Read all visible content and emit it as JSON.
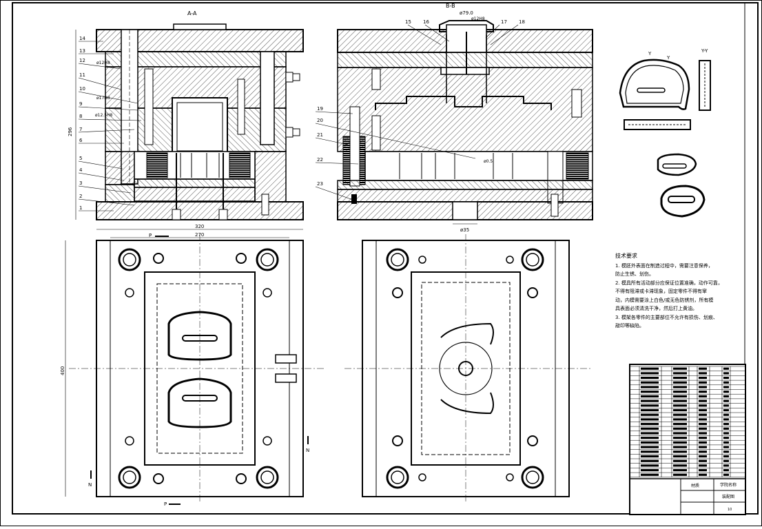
{
  "views": {
    "section_aa": "A-A",
    "section_bb": "B-B",
    "view_yy": "Y-Y",
    "label_y": "Y"
  },
  "part_numbers_left": [
    "14",
    "13",
    "12",
    "11",
    "10",
    "9",
    "8",
    "7",
    "6",
    "5",
    "4",
    "3",
    "2",
    "1"
  ],
  "part_numbers_right_top": [
    "15",
    "16",
    "17",
    "18"
  ],
  "part_numbers_right_side": [
    "19",
    "20",
    "21",
    "22",
    "23"
  ],
  "dimensions": {
    "height_296": "296",
    "width_320": "320",
    "width_270": "270",
    "height_400": "400",
    "dia_79": "ø79.0",
    "dia_35": "ø35",
    "dia_12a": "ø12H8",
    "dia_12b": "ø12H8",
    "dia_17": "ø17H8",
    "dia_12c": "ø12.5H8",
    "dia_small": "ø0.5"
  },
  "section_markers": {
    "p": "P",
    "n": "N"
  },
  "tech_requirements": {
    "title": "技术要求",
    "lines": [
      "1. 模胚外表面在制造过程中，需要注意保养，",
      "防止生锈、划伤。",
      "2. 模具所有活动部分应保证位置准确，动作可靠，",
      "不得有阻滞或卡滞现象，固定零件不得有窜",
      "动，内模需要涂上白色/或无色防锈剂，所有模",
      "具表面必须清洗干净，然后打上黄油。",
      "3. 模架各零件的主要部位不允许有损伤、划痕、",
      "敲印等缺陷。"
    ]
  },
  "title_block": {
    "material_label": "材质",
    "school_label": "学院名称",
    "drawing_label": "装配图",
    "sheet_label": "10"
  },
  "colors": {
    "line": "#000000",
    "paper": "#ffffff",
    "dashes": "#333333"
  }
}
